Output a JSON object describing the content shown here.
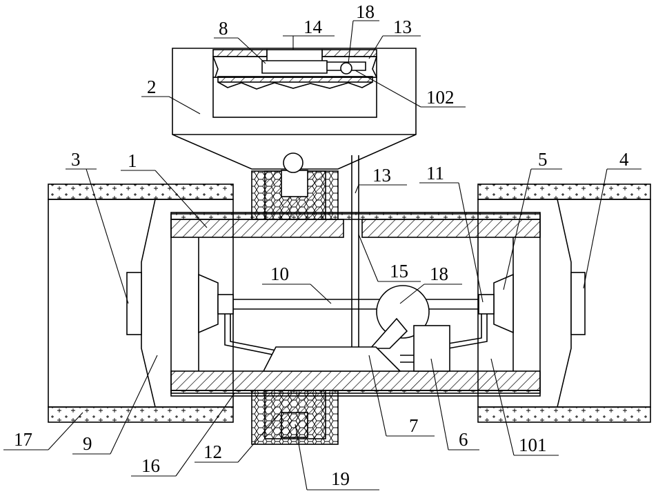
{
  "labels": {
    "l1": "1",
    "l2": "2",
    "l3": "3",
    "l4": "4",
    "l5": "5",
    "l6": "6",
    "l7": "7",
    "l8": "8",
    "l9": "9",
    "l10": "10",
    "l11": "11",
    "l12": "12",
    "l13a": "13",
    "l13b": "13",
    "l14": "14",
    "l15": "15",
    "l16": "16",
    "l17": "17",
    "l18a": "18",
    "l18b": "18",
    "l19": "19",
    "l101": "101",
    "l102": "102"
  }
}
